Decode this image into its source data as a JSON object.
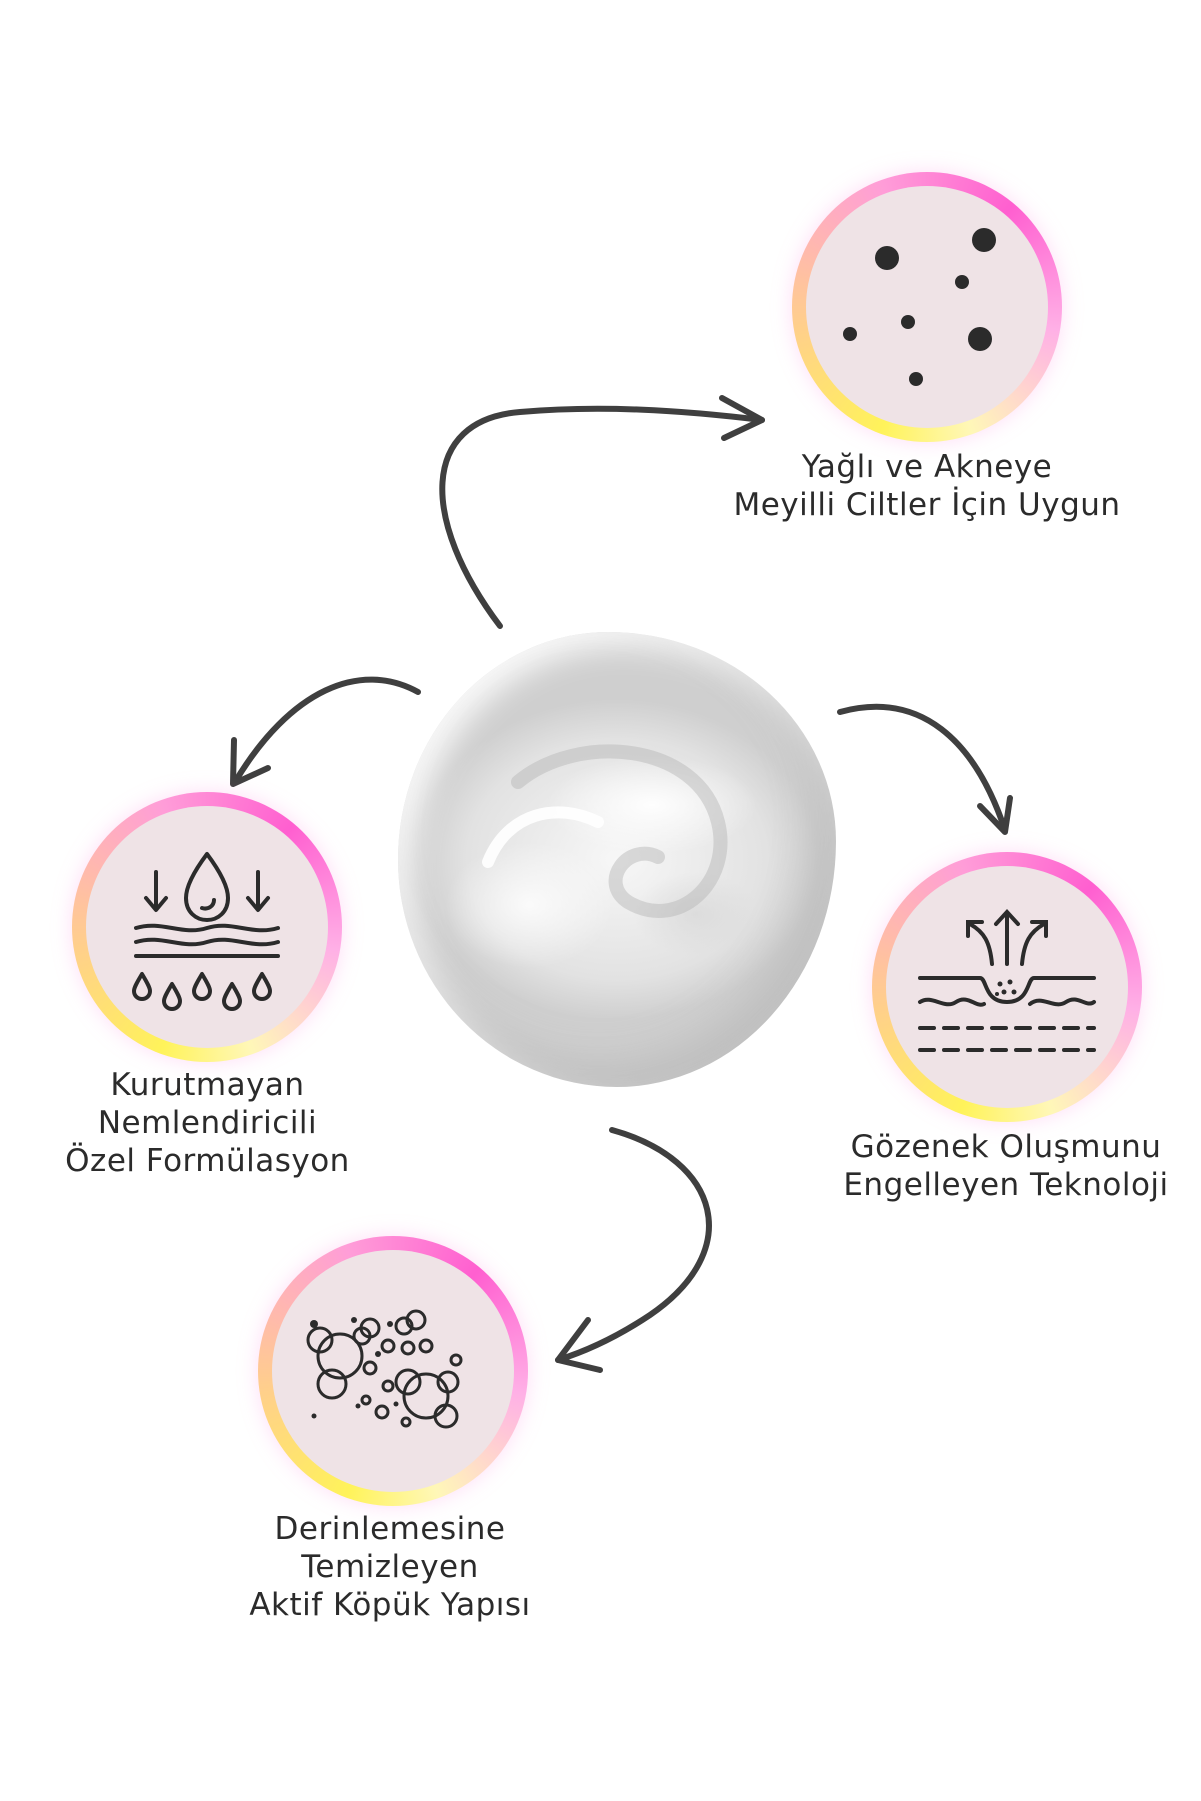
{
  "features": [
    {
      "id": "oily-skin",
      "icon": "acne-dots-icon",
      "lines": [
        "Yağlı ve Akneye",
        "Meyilli Ciltler İçin Uygun"
      ]
    },
    {
      "id": "pores",
      "icon": "pore-technology-icon",
      "lines": [
        "Gözenek Oluşmunu",
        "Engelleyen Teknoloji"
      ]
    },
    {
      "id": "moisturizing",
      "icon": "moisture-drops-icon",
      "lines": [
        "Kurutmayan",
        "Nemlendiricili",
        "Özel Formülasyon"
      ]
    },
    {
      "id": "foam",
      "icon": "foam-bubbles-icon",
      "lines": [
        "Derinlemesine",
        "Temizleyen",
        "Aktif Köpük Yapısı"
      ]
    }
  ],
  "colors": {
    "badge_fill": "#efe3e6",
    "ring_yellow": "#fff35a",
    "ring_pink": "#ff5fd0",
    "arrow": "#3f3f3f",
    "text": "#2b2b2b"
  }
}
